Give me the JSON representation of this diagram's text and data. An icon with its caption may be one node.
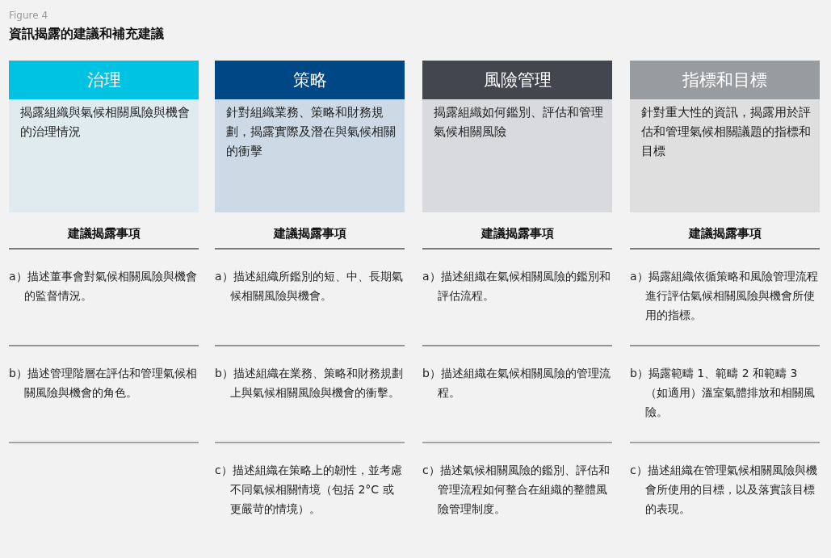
{
  "diagram": {
    "title": "資訊揭露的建議和補充建議",
    "caption": "Figure 4",
    "nodes": [
      {
        "text": [
          "治理",
          "揭露組織與氣候相關風險與機會的治理情況"
        ]
      },
      {
        "text": [
          "策略",
          "針對組織業務、策略和財務規劃，揭露實際及潛在與氣候相關的衝擊"
        ]
      },
      {
        "text": [
          "風險管理",
          "揭露組織如何鑑別、評估和管理氣候相關風險"
        ]
      },
      {
        "text": [
          "指標和目標",
          "針對重大性的資訊，揭露用於評估和管理氣候相關議題的指標和目標"
        ]
      }
    ],
    "labels": [
      "建議揭露事項",
      "建議揭露事項",
      "建議揭露事項",
      "建議揭露事項",
      "a）描述董事會對氣候相關風險與機會的監督情況。",
      "a）描述組織所鑑別的短、中、長期氣候相關風險與機會。",
      "a）描述組織在氣候相關風險的鑑別和評估流程。",
      "a）揭露組織依循策略和風險管理流程進行評估氣候相關風險與機會所使用的指標。",
      "b）描述管理階層在評估和管理氣候相關風險與機會的角色。",
      "b）描述組織在業務、策略和財務規劃上與氣候相關風險與機會的衝擊。",
      "b）描述組織在氣候相關風險的管理流程。",
      "b）揭露範疇 1、範疇 2 和範疇 3（如適用）溫室氣體排放和相關風險。",
      "c）描述組織在策略上的韌性，並考慮不同氣候相關情境（包括 2°C 或更嚴苛的情境）。",
      "c）描述氣候相關風險的鑑別、評估和管理流程如何整合在組織的整體風險管理制度。",
      "c）描述組織在管理氣候相關風險與機會所使用的目標，以及落實該目標的表現。"
    ]
  }
}
